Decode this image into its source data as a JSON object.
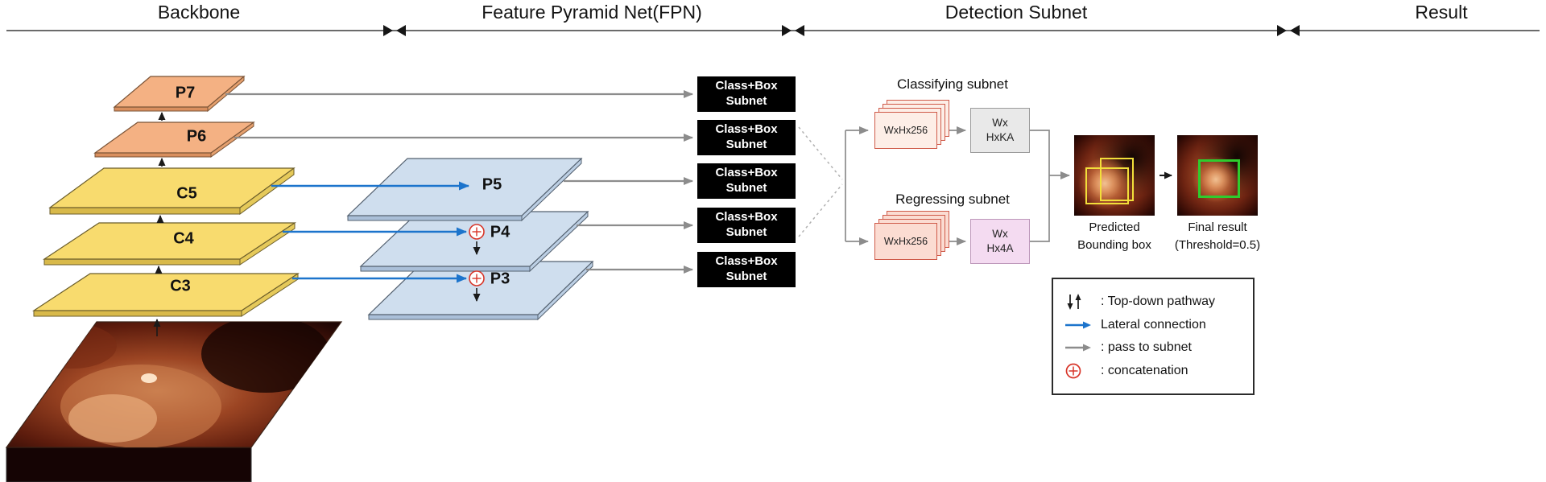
{
  "header": {
    "sections": {
      "backbone": "Backbone",
      "fpn": "Feature Pyramid Net(FPN)",
      "detection": "Detection Subnet",
      "result": "Result"
    }
  },
  "backbone": {
    "layers": {
      "p7": "P7",
      "p6": "P6",
      "c5": "C5",
      "c4": "C4",
      "c3": "C3"
    }
  },
  "fpn": {
    "layers": {
      "p5": "P5",
      "p4": "P4",
      "p3": "P3"
    }
  },
  "detection": {
    "subnet_box": {
      "line1": "Class+Box",
      "line2": "Subnet"
    },
    "classifying": {
      "title": "Classifying subnet",
      "feature": "WxHx256",
      "out1": "Wx",
      "out2": "HxKA"
    },
    "regressing": {
      "title": "Regressing subnet",
      "feature": "WxHx256",
      "out1": "Wx",
      "out2": "Hx4A"
    }
  },
  "result": {
    "predicted": {
      "line1": "Predicted",
      "line2": "Bounding box"
    },
    "final": {
      "line1": "Final result",
      "line2": "(Threshold=0.5)"
    }
  },
  "legend": {
    "top_down": ": Top-down pathway",
    "lateral": "Lateral connection",
    "pass": ": pass to subnet",
    "concat": ": concatenation"
  },
  "colors": {
    "orange_plane": "#f4b183",
    "yellow_plane": "#f8db6e",
    "blue_plane": "#cfdeee",
    "lateral_arrow_blue": "#1c74cc",
    "pass_arrow_gray": "#8c8c8c",
    "concat_red": "#d8362a",
    "subnet_box_black": "#000000",
    "classify_out_gray": "#e9e9e9",
    "regress_out_pink": "#f4dbf1",
    "feature_stack_border": "#cf5a49",
    "predicted_box_yellow": "#f2df3a",
    "final_box_green": "#2ecc2e"
  }
}
